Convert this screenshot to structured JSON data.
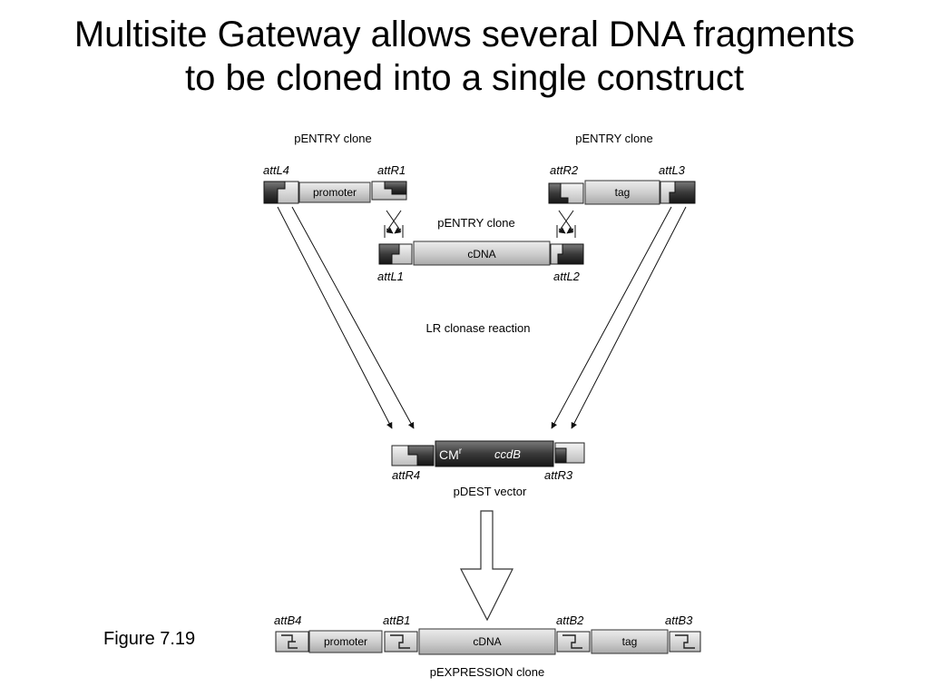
{
  "slide": {
    "title_line1": "Multisite Gateway allows several DNA fragments",
    "title_line2": "to be cloned into a single construct",
    "figure_label": "Figure 7.19"
  },
  "diagram": {
    "entry_left": {
      "caption": "pENTRY clone",
      "site_left": "attL4",
      "site_right": "attR1",
      "insert": "promoter"
    },
    "entry_right": {
      "caption": "pENTRY clone",
      "site_left": "attR2",
      "site_right": "attL3",
      "insert": "tag"
    },
    "entry_middle": {
      "caption": "pENTRY clone",
      "site_left": "attL1",
      "site_right": "attL2",
      "insert": "cDNA"
    },
    "reaction": "LR clonase reaction",
    "dest": {
      "caption": "pDEST vector",
      "site_left": "attR4",
      "site_right": "attR3",
      "marker": "CM",
      "marker_sup": "r",
      "gene": "ccdB"
    },
    "expression": {
      "caption": "pEXPRESSION clone",
      "sites": [
        "attB4",
        "attB1",
        "attB2",
        "attB3"
      ],
      "segments": [
        "promoter",
        "cDNA",
        "tag"
      ]
    }
  }
}
